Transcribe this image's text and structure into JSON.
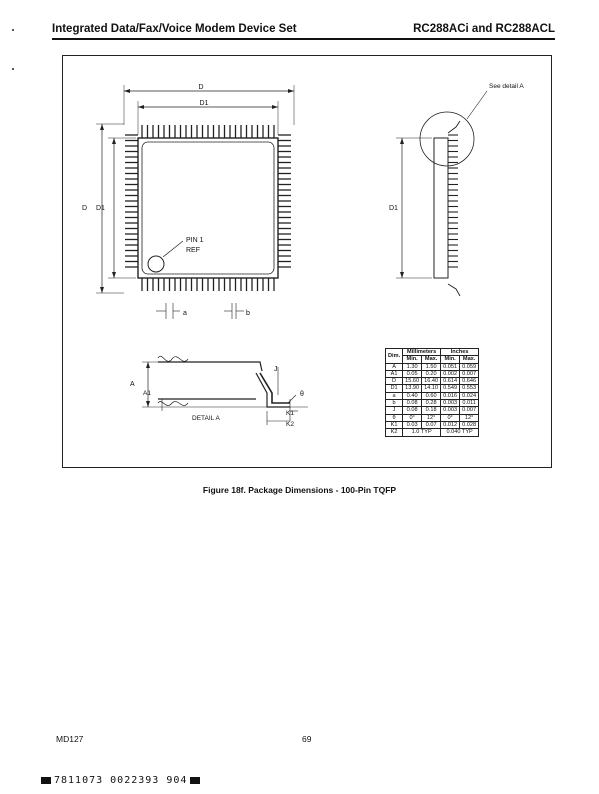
{
  "header": {
    "left": "Integrated Data/Fax/Voice Modem Device Set",
    "right": "RC288ACi and RC288ACL"
  },
  "figure": {
    "labels": {
      "d_top": "D",
      "d1_top": "D1",
      "d_left": "D",
      "d1_left": "D1",
      "pin1_line1": "PIN 1",
      "pin1_line2": "REF",
      "a_bottom": "a",
      "b_bottom": "b",
      "see_detail": "See detail A",
      "d1_side": "D1",
      "a_detail": "A",
      "a1_detail": "A1",
      "j_detail": "J",
      "theta_detail": "θ",
      "k1_detail": "K1",
      "k2_detail": "K2",
      "detail_caption": "DETAIL A"
    },
    "caption": "Figure 18f.   Package Dimensions - 100-Pin TQFP"
  },
  "dimension_table": {
    "dim_header": "Dim.",
    "group_headers": [
      "Millimeters",
      "Inches"
    ],
    "sub_headers": [
      "Min.",
      "Max.",
      "Min.",
      "Max."
    ],
    "rows": [
      {
        "dim": "A",
        "mm_min": "1.30",
        "mm_max": "1.50",
        "in_min": "0.051",
        "in_max": "0.059"
      },
      {
        "dim": "A1",
        "mm_min": "0.05",
        "mm_max": "0.20",
        "in_min": "0.002",
        "in_max": "0.007"
      },
      {
        "dim": "D",
        "mm_min": "15.60",
        "mm_max": "16.40",
        "in_min": "0.614",
        "in_max": "0.646"
      },
      {
        "dim": "D1",
        "mm_min": "13.90",
        "mm_max": "14.10",
        "in_min": "0.549",
        "in_max": "0.553"
      },
      {
        "dim": "a",
        "mm_min": "0.40",
        "mm_max": "0.60",
        "in_min": "0.016",
        "in_max": "0.024"
      },
      {
        "dim": "b",
        "mm_min": "0.08",
        "mm_max": "0.28",
        "in_min": "0.003",
        "in_max": "0.011"
      },
      {
        "dim": "J",
        "mm_min": "0.08",
        "mm_max": "0.18",
        "in_min": "0.003",
        "in_max": "0.007"
      },
      {
        "dim": "θ",
        "mm_min": "0°",
        "mm_max": "12°",
        "in_min": "0°",
        "in_max": "12°"
      },
      {
        "dim": "K1",
        "mm_min": "0.03",
        "mm_max": "0.07",
        "in_min": "0.012",
        "in_max": "0.028"
      }
    ],
    "last_row": {
      "dim": "K2",
      "mm": "1.0 TYP",
      "in": "0.040 TYP"
    }
  },
  "footer": {
    "doc_id": "MD127",
    "page": "69",
    "barcode": "7811073 0022393 904"
  }
}
